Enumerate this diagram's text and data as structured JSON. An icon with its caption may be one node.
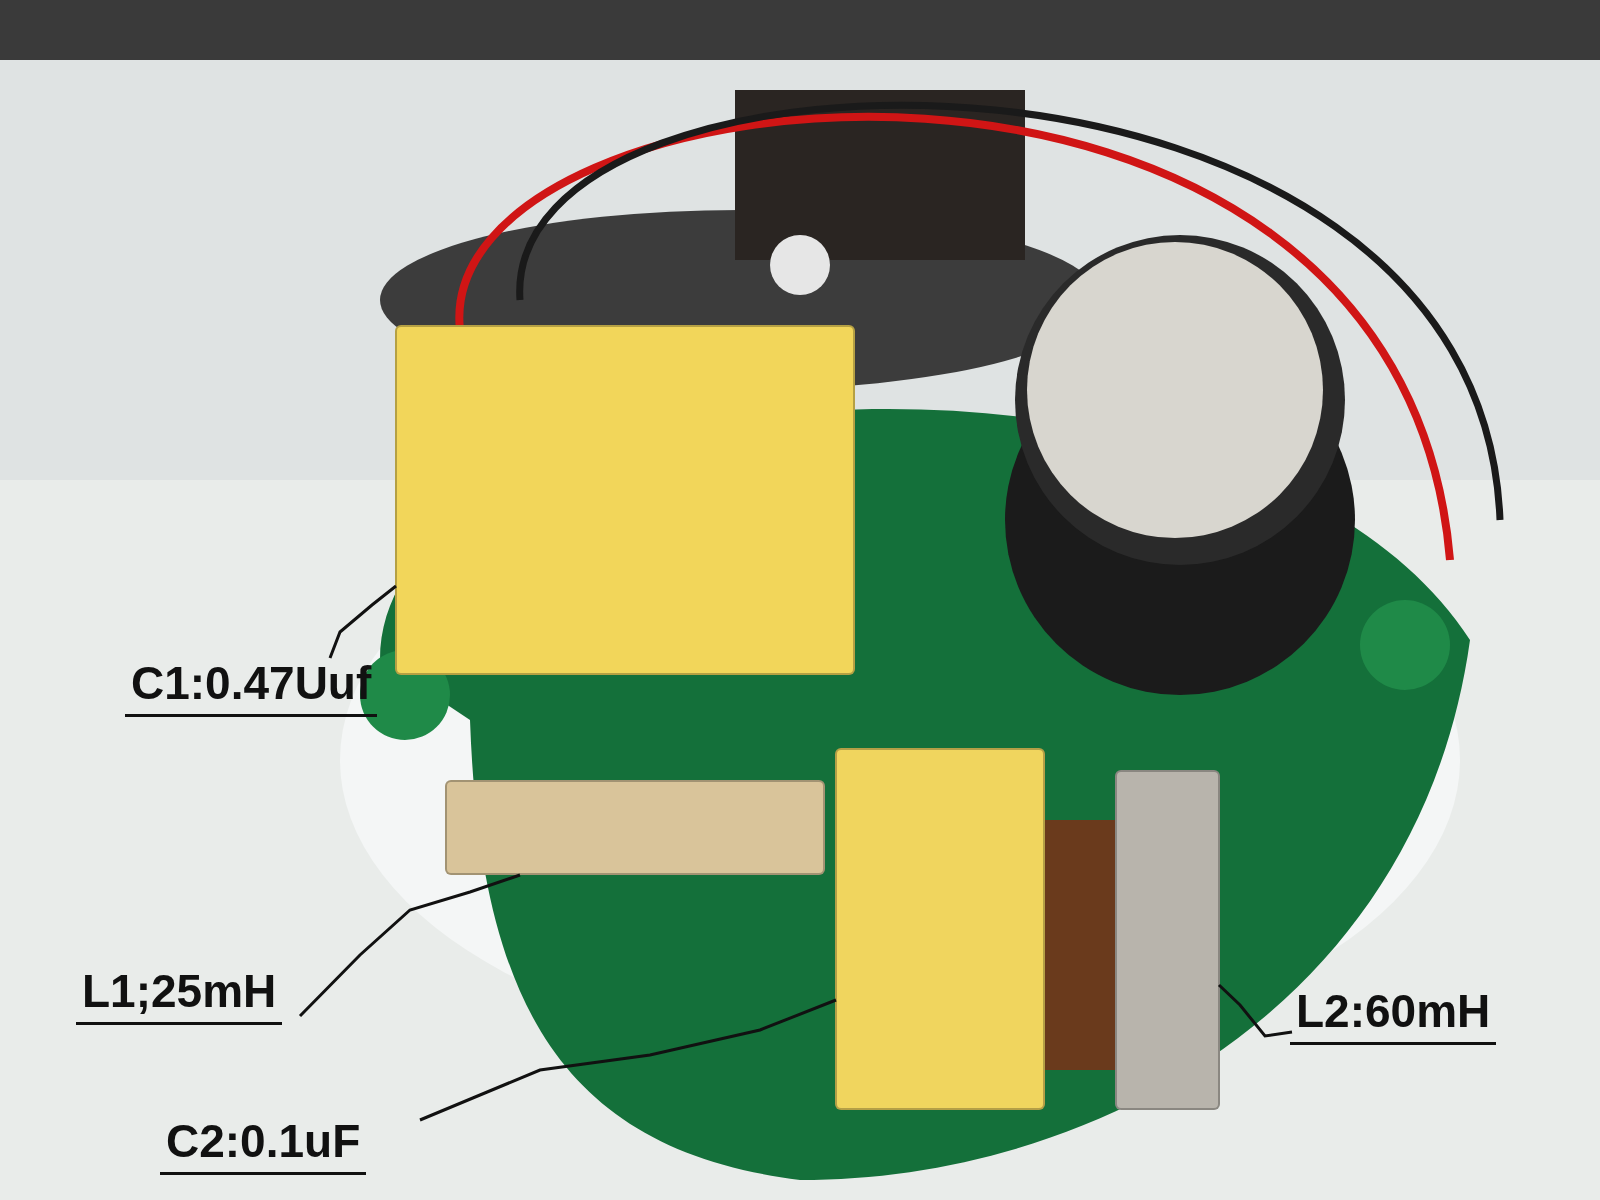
{
  "diagram": {
    "nodes": [
      {
        "text": [
          "C1:0.47Uuf"
        ]
      },
      {
        "text": [],
        "shape": "box"
      },
      {
        "text": [
          "L1;25mH"
        ]
      },
      {
        "text": [],
        "shape": "box"
      },
      {
        "text": [
          "C2:0.1uF"
        ]
      },
      {
        "text": [],
        "shape": "box"
      },
      {
        "text": [
          "L2:60mH"
        ]
      },
      {
        "text": [],
        "shape": "box"
      }
    ],
    "edges": [
      {
        "from": 0,
        "to": 1,
        "arrow": "none"
      },
      {
        "from": 2,
        "to": 3,
        "arrow": "none"
      },
      {
        "from": 4,
        "to": 5,
        "arrow": "none"
      },
      {
        "from": 6,
        "to": 7,
        "arrow": "none"
      }
    ]
  }
}
